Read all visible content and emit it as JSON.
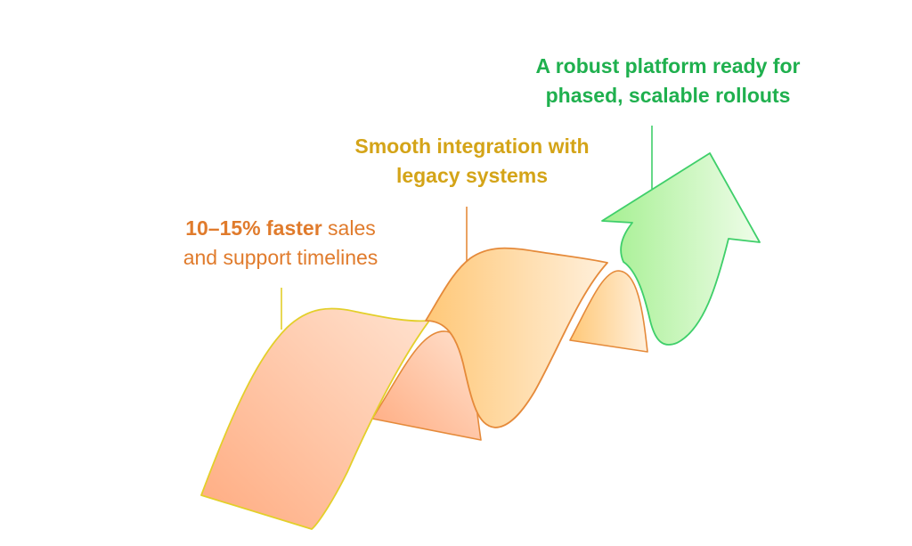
{
  "steps": [
    {
      "bold_text": "10–15% faster",
      "text_rest": " sales",
      "line2": "and support timelines",
      "color": "#e07b2c"
    },
    {
      "line1": "Smooth integration with",
      "line2": "legacy systems",
      "color": "#d4a418"
    },
    {
      "line1": "A robust platform ready for",
      "line2": "phased, scalable rollouts",
      "color": "#1fb04e"
    }
  ],
  "colors": {
    "band1_fill": "#ffb991",
    "band1_stroke": "#e3cf2a",
    "band2_fill": "#ffd99a",
    "band2_stroke": "#e58a3a",
    "arrow_fill": "#b8f2a8",
    "arrow_stroke": "#3fcf6a"
  }
}
